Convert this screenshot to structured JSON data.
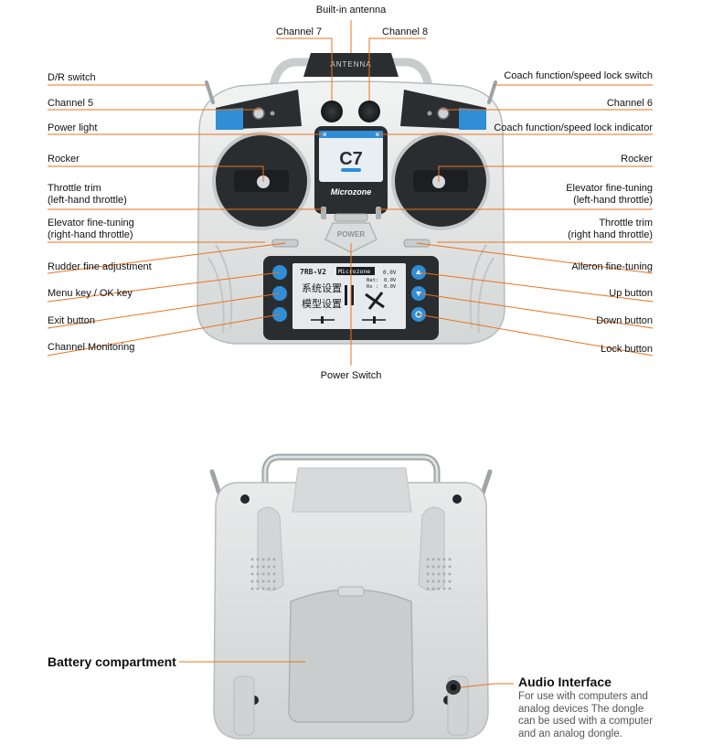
{
  "front": {
    "display": {
      "channel": "C7",
      "brand": "Microzone",
      "lcd_model": "7RB-V2",
      "lcd_brand": "Microzone",
      "lcd_voltage": "0.0V",
      "lcd_bat": "Bat:",
      "lcd_bat_val": "0.0V",
      "lcd_rx": "Rx :",
      "lcd_rx_val": "0.0V",
      "lcd_menu1": "系统设置",
      "lcd_menu2": "模型设置"
    },
    "antenna_text": "ANTENNA",
    "power_text": "POWER",
    "labels": {
      "built_in_antenna": "Built-in antenna",
      "channel7": "Channel 7",
      "channel8": "Channel 8",
      "dr_switch": "D/R switch",
      "coach_switch": "Coach function/speed lock switch",
      "channel5": "Channel 5",
      "channel6": "Channel 6",
      "power_light": "Power light",
      "coach_indicator": "Coach function/speed lock indicator",
      "rocker_left": "Rocker",
      "rocker_right": "Rocker",
      "throttle_trim_left_1": "Throttle trim",
      "throttle_trim_left_2": "(left-hand throttle)",
      "elevator_ft_right_1": "Elevator fine-tuning",
      "elevator_ft_right_2": "(left-hand throttle)",
      "elevator_ft_left_1": "Elevator fine-tuning",
      "elevator_ft_left_2": "(right-hand throttle)",
      "throttle_trim_right_1": "Throttle trim",
      "throttle_trim_right_2": "(right hand throttle)",
      "rudder_fine": "Rudder fine adjustment",
      "aileron_fine": "Aileron fine-tuning",
      "menu_ok": "Menu key / OK key",
      "up_button": "Up button",
      "exit_button": "Exit button",
      "down_button": "Down button",
      "channel_monitoring": "Channel Monitoring",
      "lock_button": "Lock button",
      "power_switch": "Power Switch"
    }
  },
  "back": {
    "battery_compartment": "Battery compartment",
    "audio_interface": "Audio Interface",
    "audio_desc_1": "For use with computers and",
    "audio_desc_2": "analog devices The dongle",
    "audio_desc_3": "can be used with a computer",
    "audio_desc_4": "and an analog dongle."
  },
  "colors": {
    "leader": "#e8731f",
    "body": "#e4e6e6",
    "blue": "#2f8ed6",
    "dark": "#2a2d30"
  }
}
